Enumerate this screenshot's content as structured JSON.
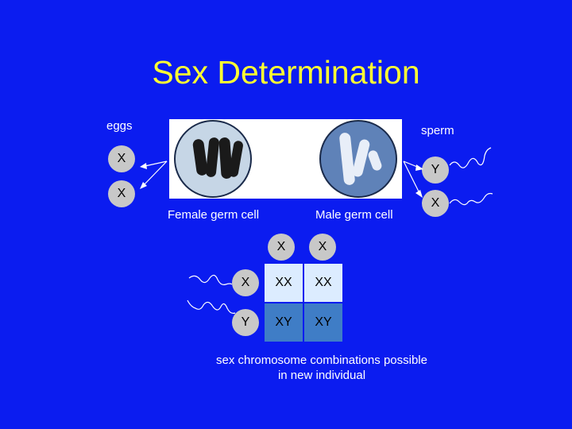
{
  "title": "Sex Determination",
  "eggs": {
    "label": "eggs",
    "chromosomes": [
      "X",
      "X"
    ]
  },
  "sperm": {
    "label": "sperm",
    "chromosomes": [
      "Y",
      "X"
    ]
  },
  "cells": {
    "female_label": "Female germ cell",
    "male_label": "Male germ cell"
  },
  "punnett": {
    "col_headers": [
      "X",
      "X"
    ],
    "row_headers": [
      "X",
      "Y"
    ],
    "rows": [
      [
        "XX",
        "XX"
      ],
      [
        "XY",
        "XY"
      ]
    ]
  },
  "note": {
    "line1": "sex chromosome combinations possible",
    "line2": "in new individual"
  },
  "colors": {
    "background": "#0b1cf0",
    "title": "#ffff33",
    "xx_cell": "#dcecff",
    "xy_cell": "#3f7dc6"
  }
}
